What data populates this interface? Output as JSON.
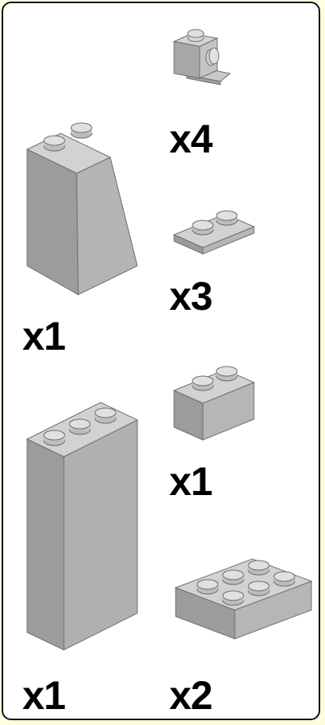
{
  "parts": [
    {
      "id": "bracket-1x1",
      "icon": "bracket-brick-icon",
      "quantity": "x4"
    },
    {
      "id": "slope-1x2x3",
      "icon": "slope-brick-icon",
      "quantity": "x1"
    },
    {
      "id": "plate-1x2",
      "icon": "plate-1x2-icon",
      "quantity": "x3"
    },
    {
      "id": "brick-1x2",
      "icon": "brick-1x2-icon",
      "quantity": "x1"
    },
    {
      "id": "brick-1x3x5",
      "icon": "tall-brick-icon",
      "quantity": "x1"
    },
    {
      "id": "brick-2x3",
      "icon": "brick-2x3-icon",
      "quantity": "x2"
    }
  ],
  "colors": {
    "border": "#111111",
    "background": "#fffde0",
    "panel": "#ffffff",
    "brick_light": "#c9c9c9",
    "brick_mid": "#a8a8a8",
    "brick_dark": "#8c8c8c",
    "outline": "#6e6e6e"
  }
}
